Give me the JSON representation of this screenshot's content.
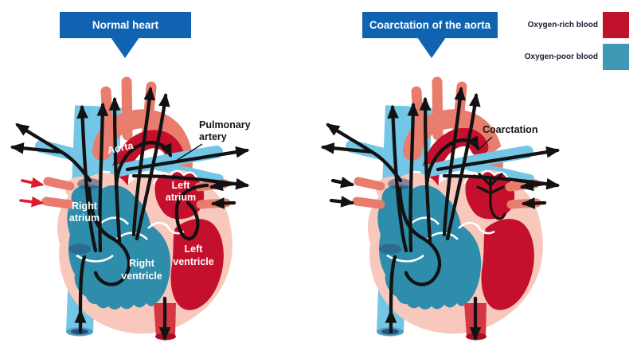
{
  "panels": {
    "normal": {
      "banner": "Normal heart",
      "labels": {
        "aorta": "Aorta",
        "pulmonary_artery": [
          "Pulmonary",
          "artery"
        ],
        "right_atrium": [
          "Right",
          "atrium"
        ],
        "left_atrium": [
          "Left",
          "atrium"
        ],
        "right_ventricle": [
          "Right",
          "ventricle"
        ],
        "left_ventricle": [
          "Left",
          "ventricle"
        ]
      }
    },
    "coarctation": {
      "banner": "Coarctation of the aorta",
      "labels": {
        "coarctation": "Coarctation"
      }
    }
  },
  "legend": {
    "items": [
      {
        "label": "Oxygen-rich blood",
        "color": "#c0122d"
      },
      {
        "label": "Oxygen-poor blood",
        "color": "#3e98b6"
      }
    ]
  },
  "palette": {
    "banner_blue": "#1063b1",
    "oxygen_rich_red": "#c0122d",
    "oxygen_poor_teal": "#3e98b6",
    "vessel_light_blue": "#73c6e6",
    "vessel_salmon": "#e87d6e",
    "heart_outline_pink": "#f8c8bc",
    "chamber_teal": "#2d8dab",
    "chamber_red": "#c4102c",
    "vessel_opening_navy": "#2e4e78",
    "flow_arrow_black": "#121212",
    "entry_arrow_red": "#e11b2d"
  }
}
